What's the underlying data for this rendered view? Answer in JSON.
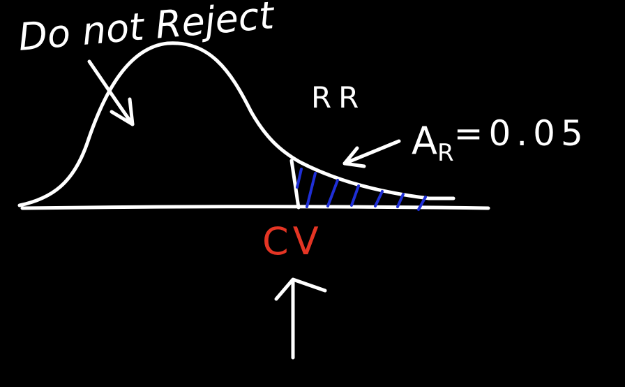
{
  "labels": {
    "do_not_reject": "Do not Reject",
    "rejection_region": "RR",
    "area": {
      "symbol": "A",
      "subscript": "R",
      "equals_value": "=0.05"
    },
    "critical_value": "CV"
  },
  "colors": {
    "background": "#000000",
    "ink": "#ffffff",
    "critical_value": "#e53524",
    "hatch": "#1f2fd6"
  }
}
